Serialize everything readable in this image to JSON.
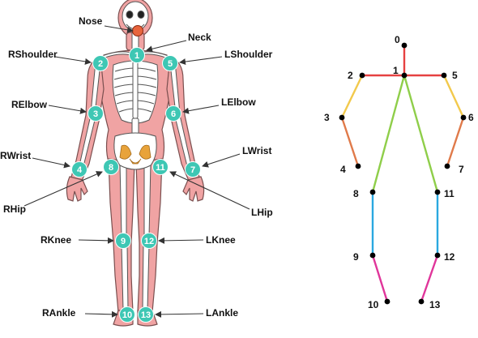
{
  "colors": {
    "skin": "#f0a3a3",
    "skin_outline": "#7a4f4f",
    "bone": "#ffffff",
    "bone_outline": "#555555",
    "pelvis": "#e8a33a",
    "badge": "#3ec7b4",
    "badge_text": "#ffffff",
    "arrow": "#333333",
    "limb_red": "#e64141",
    "limb_yellow": "#f2c94c",
    "limb_orange": "#e07a4a",
    "limb_green": "#8fce4a",
    "limb_blue": "#2aa8e0",
    "limb_magenta": "#e0359a"
  },
  "body_keypoints": [
    {
      "id": "0",
      "label": "Nose"
    },
    {
      "id": "1",
      "label": "Neck"
    },
    {
      "id": "2",
      "label": "RShoulder"
    },
    {
      "id": "5",
      "label": "LShoulder"
    },
    {
      "id": "3",
      "label": "RElbow"
    },
    {
      "id": "6",
      "label": "LElbow"
    },
    {
      "id": "4",
      "label": "RWrist"
    },
    {
      "id": "7",
      "label": "LWrist"
    },
    {
      "id": "8",
      "label": "RHip"
    },
    {
      "id": "11",
      "label": "LHip"
    },
    {
      "id": "9",
      "label": "RKnee"
    },
    {
      "id": "12",
      "label": "LKnee"
    },
    {
      "id": "10",
      "label": "RAnkle"
    },
    {
      "id": "13",
      "label": "LAnkle"
    }
  ],
  "skeleton_keypoints": [
    "0",
    "1",
    "2",
    "3",
    "4",
    "5",
    "6",
    "7",
    "8",
    "9",
    "10",
    "11",
    "12",
    "13"
  ],
  "skeleton_edges": [
    {
      "from": "0",
      "to": "1",
      "color": "limb_red"
    },
    {
      "from": "1",
      "to": "2",
      "color": "limb_red"
    },
    {
      "from": "1",
      "to": "5",
      "color": "limb_red"
    },
    {
      "from": "2",
      "to": "3",
      "color": "limb_yellow"
    },
    {
      "from": "5",
      "to": "6",
      "color": "limb_yellow"
    },
    {
      "from": "3",
      "to": "4",
      "color": "limb_orange"
    },
    {
      "from": "6",
      "to": "7",
      "color": "limb_orange"
    },
    {
      "from": "1",
      "to": "8",
      "color": "limb_green"
    },
    {
      "from": "1",
      "to": "11",
      "color": "limb_green"
    },
    {
      "from": "8",
      "to": "9",
      "color": "limb_blue"
    },
    {
      "from": "11",
      "to": "12",
      "color": "limb_blue"
    },
    {
      "from": "9",
      "to": "10",
      "color": "limb_magenta"
    },
    {
      "from": "12",
      "to": "13",
      "color": "limb_magenta"
    }
  ]
}
